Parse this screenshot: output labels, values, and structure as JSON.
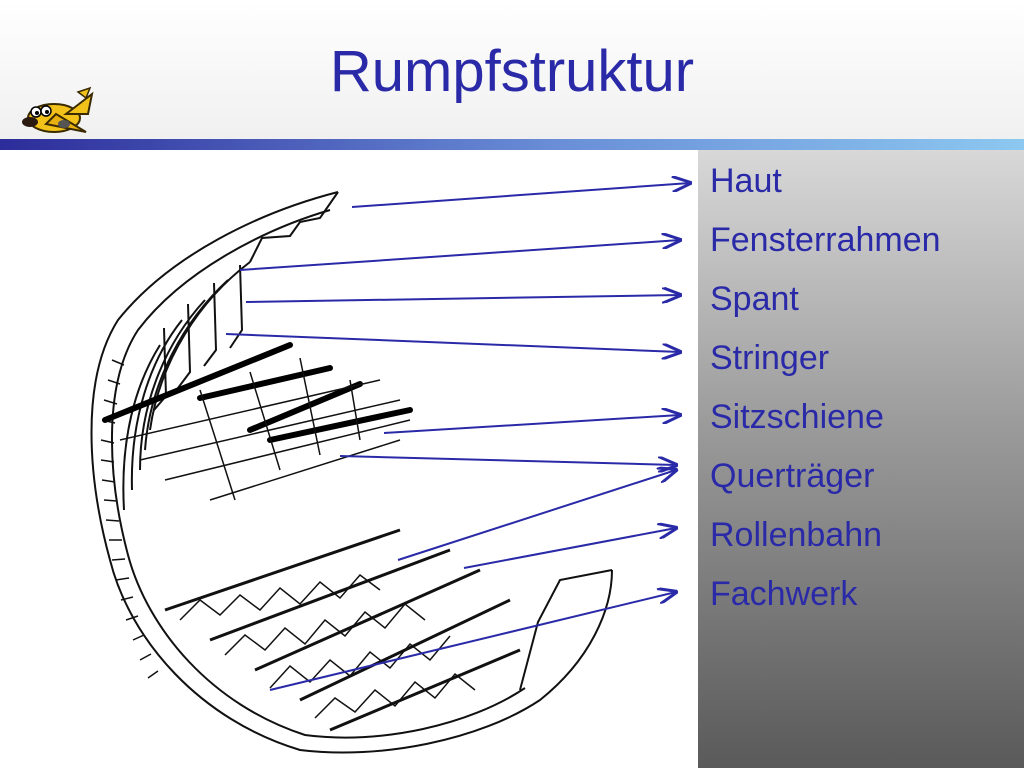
{
  "title": "Rumpfstruktur",
  "logo_icon": "cartoon-airplane-icon",
  "colors": {
    "label_text": "#2a2aa8",
    "arrow": "#2a2aa8"
  },
  "labels": [
    "Haut",
    "Fensterrahmen",
    "Spant",
    "Stringer",
    "Sitzschiene",
    "Querträger",
    "Rollenbahn",
    "Fachwerk"
  ]
}
